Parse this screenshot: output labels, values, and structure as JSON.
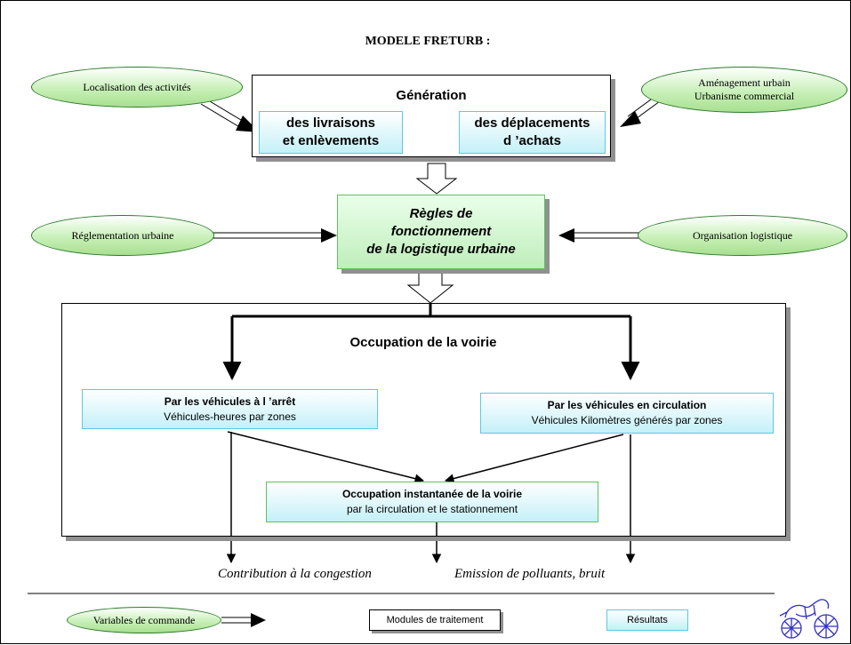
{
  "title": "MODELE FRETURB :",
  "inputs": {
    "localisation": "Localisation des activités",
    "amenagement_line1": "Aménagement urbain",
    "amenagement_line2": "Urbanisme commercial",
    "reglementation": "Réglementation urbaine",
    "organisation": "Organisation logistique"
  },
  "generation": {
    "title": "Génération",
    "livraisons_line1": "des livraisons",
    "livraisons_line2": "et enlèvements",
    "deplacements_line1": "des déplacements",
    "deplacements_line2": "d ’achats"
  },
  "regles": {
    "line1": "Règles de",
    "line2": "fonctionnement",
    "line3": "de la logistique urbaine"
  },
  "occupation": {
    "title": "Occupation de la voirie",
    "arret_title": "Par les véhicules à l ’arrêt",
    "arret_sub": "Véhicules-heures par zones",
    "circulation_title": "Par les véhicules en circulation",
    "circulation_sub": "Véhicules Kilomètres générés par zones",
    "instant_title": "Occupation instantanée de la voirie",
    "instant_sub": "par la circulation et le stationnement"
  },
  "outputs": {
    "congestion": "Contribution à la congestion",
    "emission": "Emission de polluants, bruit"
  },
  "legend": {
    "variables": "Variables de commande",
    "modules": "Modules de traitement",
    "resultats": "Résultats"
  },
  "colors": {
    "ellipse_fill": "#b8e8a0",
    "result_fill": "#c4f0f8",
    "result_border": "#5fc8e0",
    "regles_fill": "#c8f0c0",
    "logo": "#3030c0"
  },
  "icons": {
    "logo": "carriage-icon"
  }
}
